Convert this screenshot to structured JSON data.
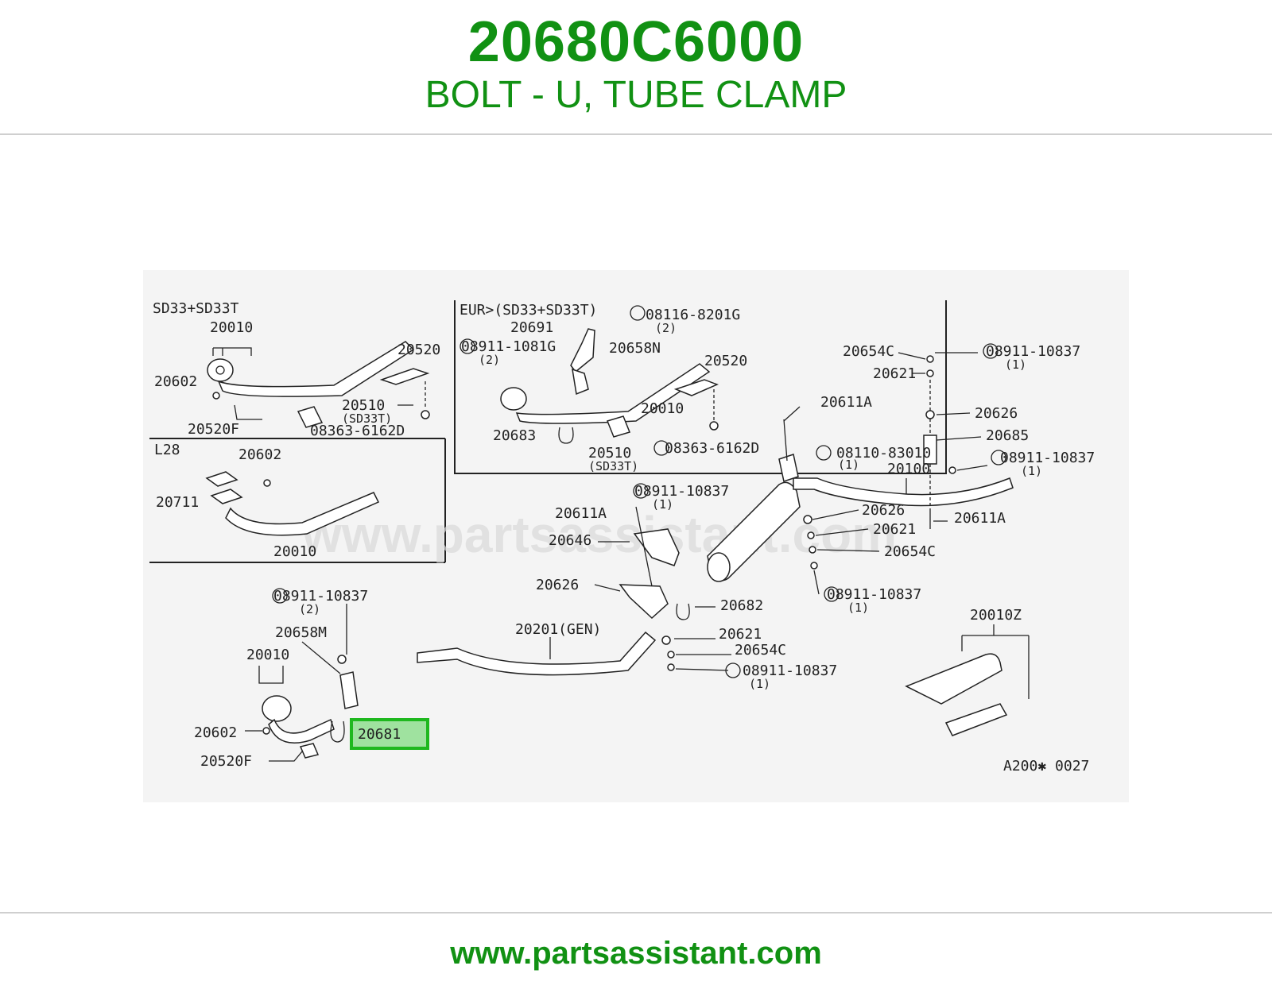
{
  "header": {
    "part_number": "20680C6000",
    "description": "BOLT - U, TUBE CLAMP"
  },
  "footer": {
    "site": "www.partsassistant.com"
  },
  "diagram": {
    "watermark": "www.partsassistant.com",
    "ref_code": "A200✱ 0027",
    "highlight_color": "#1fb81f",
    "highlight_fill": "#9fe29f",
    "panels": {
      "sd33": "SD33+SD33T",
      "eur": "EUR>(SD33+SD33T)",
      "l28": "L28"
    },
    "labels": {
      "p1_20010": "20010",
      "p1_20602": "20602",
      "p1_20520": "20520",
      "p1_20510": "20510",
      "p1_sd33t": "(SD33T)",
      "p1_20520F": "20520F",
      "p1_08363": "08363-6162D",
      "p2_20691": "20691",
      "p2_08116": "08116-8201G",
      "p2_q2a": "(2)",
      "p2_08911": "08911-1081G",
      "p2_q2b": "(2)",
      "p2_20658N": "20658N",
      "p2_20520": "20520",
      "p2_20010": "20010",
      "p2_20683": "20683",
      "p2_20510": "20510",
      "p2_sd33t": "(SD33T)",
      "p2_08363": "08363-6162D",
      "p3_20602": "20602",
      "p3_20711": "20711",
      "p3_20010": "20010",
      "m_08911a": "08911-10837",
      "m_q2": "(2)",
      "m_20658M": "20658M",
      "m_20010": "20010",
      "m_20602": "20602",
      "m_20520F": "20520F",
      "m_20681": "20681",
      "m_20201": "20201(GEN)",
      "m_20611A_a": "20611A",
      "m_08911b": "08911-10837",
      "m_q1a": "(1)",
      "m_20646": "20646",
      "m_20626a": "20626",
      "m_20682": "20682",
      "m_20621a": "20621",
      "m_20654Ca": "20654C",
      "m_08911c": "08911-10837",
      "m_q1b": "(1)",
      "r_20654C": "20654C",
      "r_08911a": "08911-10837",
      "r_q1a": "(1)",
      "r_20621": "20621",
      "r_20626": "20626",
      "r_20611A": "20611A",
      "r_20685": "20685",
      "r_08110": "08110-83010",
      "r_q1b": "(1)",
      "r_20100": "20100",
      "r_08911b": "08911-10837",
      "r_q1c": "(1)",
      "r_20626b": "20626",
      "r_20611Ab": "20611A",
      "r_20621b": "20621",
      "r_20654Cb": "20654C",
      "r_08911c": "08911-10837",
      "r_q1d": "(1)",
      "r_20010Z": "20010Z"
    }
  }
}
